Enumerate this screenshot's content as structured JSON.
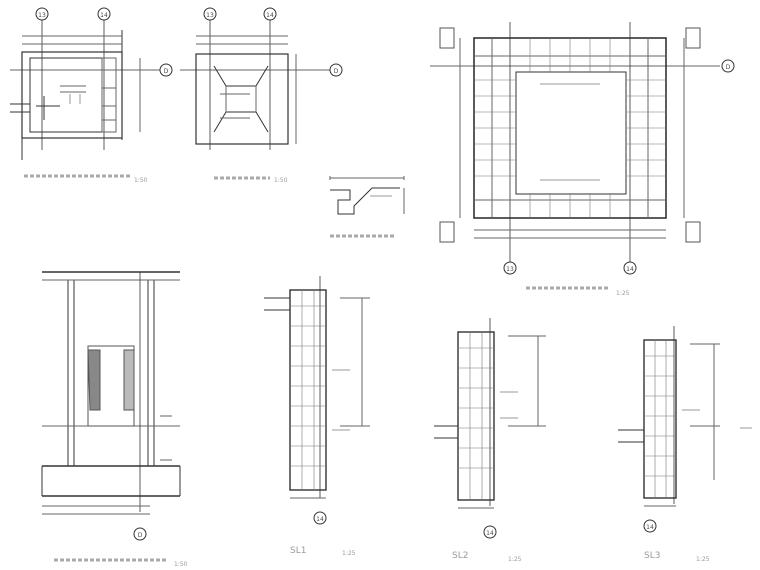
{
  "sheet": {
    "scale_small": "1:50",
    "scale_small_b": "1:50",
    "scale_large": "1:25",
    "scale_bottom_left": "1:50"
  },
  "axes": {
    "a13": "13",
    "a14": "14",
    "aD": "D"
  },
  "sections": {
    "sl1_title": "SL1",
    "sl1_scale": "1:25",
    "sl2_title": "SL2",
    "sl2_scale": "1:25",
    "sl3_title": "SL3",
    "sl3_scale": "1:25"
  },
  "colors": {
    "line": "#333333",
    "thin": "#666666",
    "title": "#9a9a9a"
  }
}
